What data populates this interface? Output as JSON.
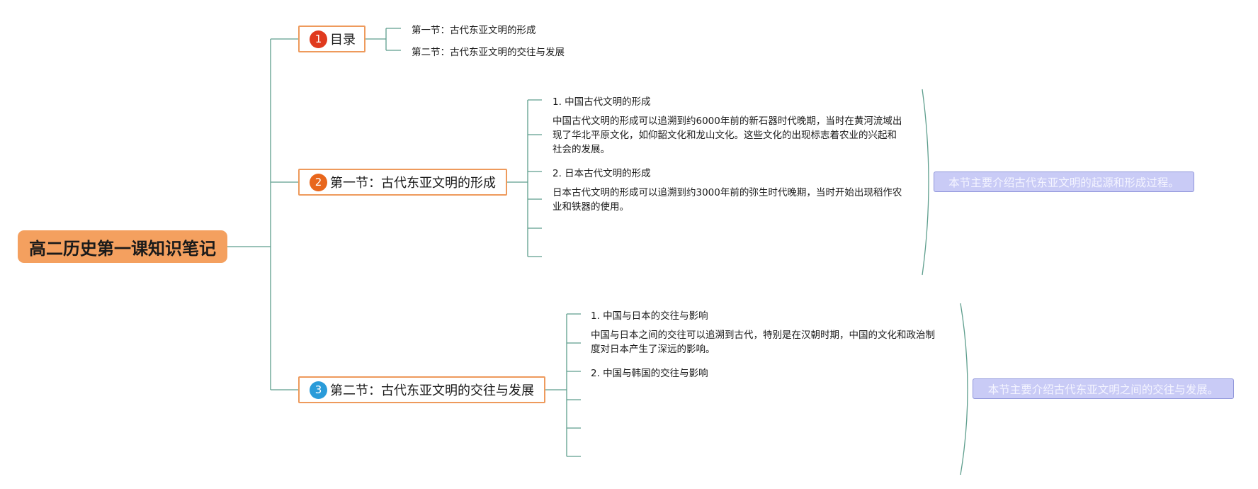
{
  "colors": {
    "line": "#5e9e8d",
    "root_fill": "#f4a05f",
    "topic_border": "#ee9a5c",
    "badge_1": "#e03a1e",
    "badge_2": "#e8661c",
    "badge_3": "#2a9bd9",
    "summary_fill": "#c9cbf6"
  },
  "root": {
    "title": "高二历史第一课知识笔记"
  },
  "topics": [
    {
      "number": "1",
      "title": "目录",
      "children": [
        "第一节：古代东亚文明的形成",
        "第二节：古代东亚文明的交往与发展"
      ]
    },
    {
      "number": "2",
      "title": "第一节：古代东亚文明的形成",
      "children": [
        "1. 中国古代文明的形成",
        "中国古代文明的形成可以追溯到约6000年前的新石器时代晚期，当时在黄河流域出现了华北平原文化，如仰韶文化和龙山文化。这些文化的出现标志着农业的兴起和社会的发展。",
        "2. 日本古代文明的形成",
        "日本古代文明的形成可以追溯到约3000年前的弥生时代晚期，当时开始出现稻作农业和铁器的使用。"
      ],
      "summary": "本节主要介绍古代东亚文明的起源和形成过程。"
    },
    {
      "number": "3",
      "title": "第二节：古代东亚文明的交往与发展",
      "children": [
        "1. 中国与日本的交往与影响",
        "中国与日本之间的交往可以追溯到古代，特别是在汉朝时期，中国的文化和政治制度对日本产生了深远的影响。",
        "2. 中国与韩国的交往与影响"
      ],
      "summary": "本节主要介绍古代东亚文明之间的交往与发展。"
    }
  ]
}
